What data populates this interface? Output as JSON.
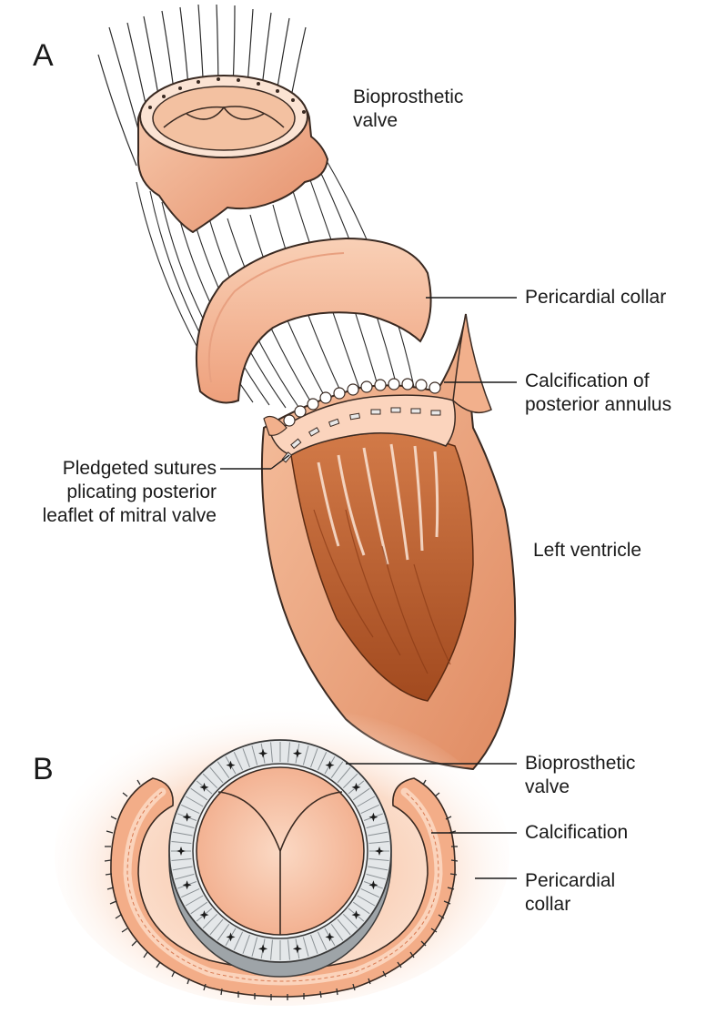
{
  "panels": {
    "a": {
      "letter": "A",
      "labels": {
        "bioprosthetic_valve": "Bioprosthetic valve",
        "pericardial_collar": "Pericardial collar",
        "calcification_posterior_annulus": "Calcification of posterior annulus",
        "pledgeted_sutures": "Pledgeted sutures plicating posterior leaflet of mitral valve",
        "left_ventricle": "Left ventricle"
      }
    },
    "b": {
      "letter": "B",
      "labels": {
        "bioprosthetic_valve": "Bioprosthetic valve",
        "calcification": "Calcification",
        "pericardial_collar": "Pericardial collar"
      }
    }
  },
  "colors": {
    "tissue_light": "#f6c3a3",
    "tissue_mid": "#e89a72",
    "tissue_dark": "#b8562a",
    "cavity": "#c8693a",
    "sewing_ring": "#d9dde0",
    "glow": "#f9cdb2",
    "outline": "#3a2a22"
  }
}
